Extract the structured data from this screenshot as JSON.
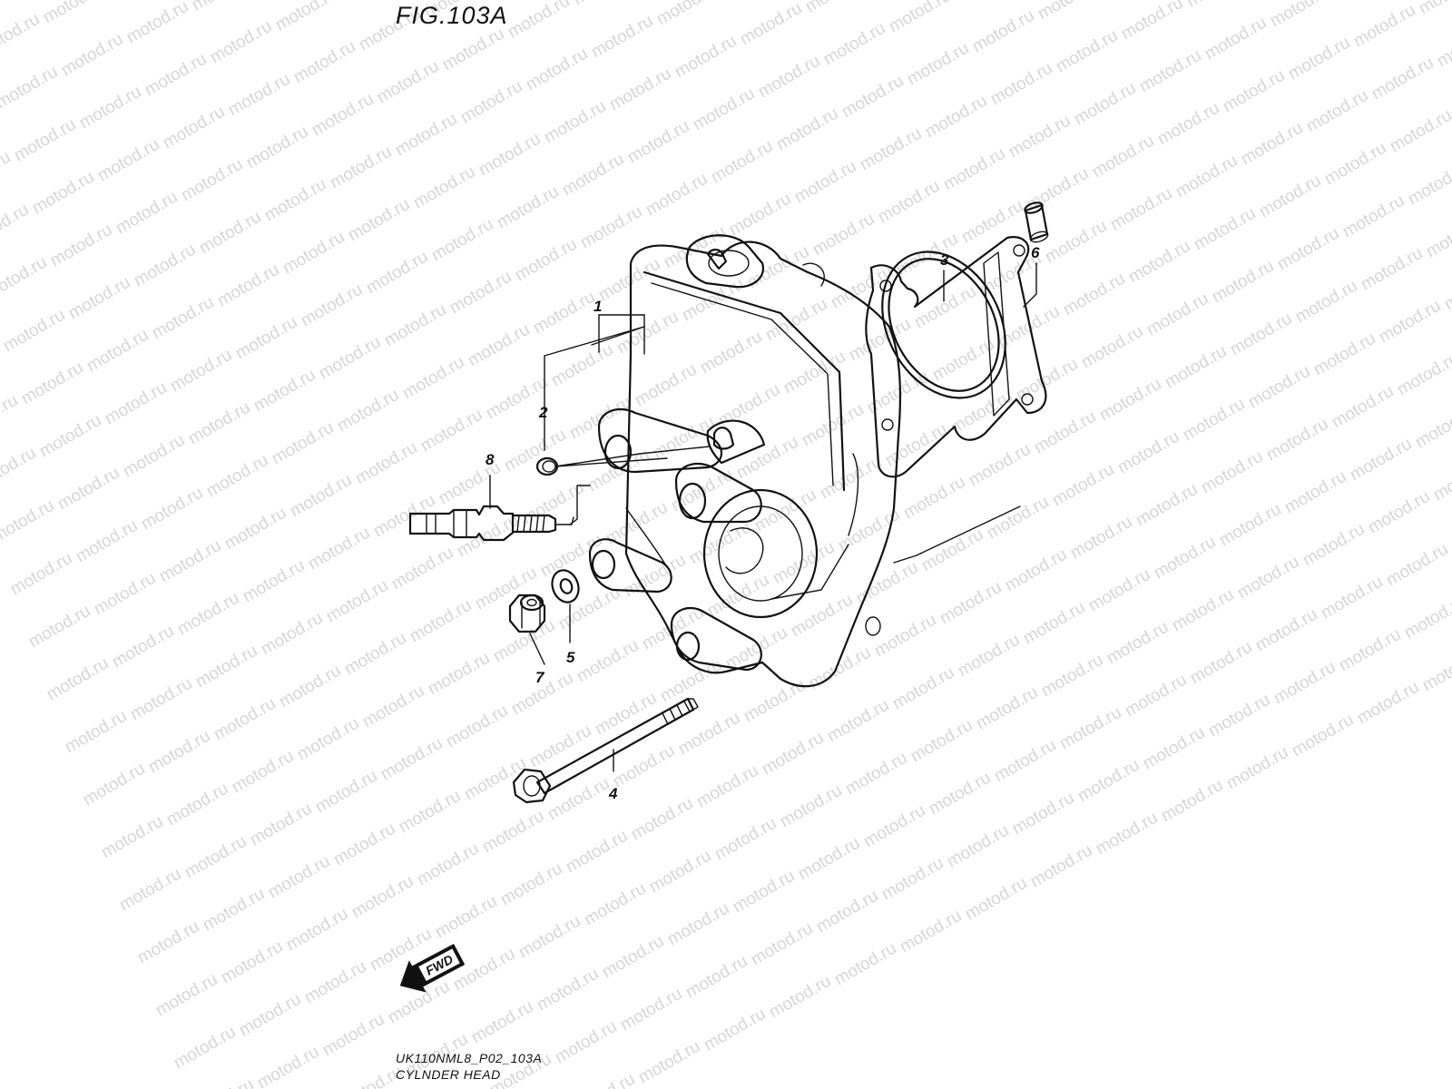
{
  "figure": {
    "title": "FIG.103A",
    "code": "UK110NML8_P02_103A",
    "name": "CYLNDER HEAD"
  },
  "watermark": {
    "text": "motod.ru"
  },
  "fwd_arrow": {
    "label": "FWD"
  },
  "callouts": [
    {
      "id": "1",
      "part": "cylinder-head"
    },
    {
      "id": "2",
      "part": "o-ring"
    },
    {
      "id": "3",
      "part": "head-gasket"
    },
    {
      "id": "4",
      "part": "stud-bolt"
    },
    {
      "id": "5",
      "part": "washer"
    },
    {
      "id": "6",
      "part": "dowel-pin"
    },
    {
      "id": "7",
      "part": "nut"
    },
    {
      "id": "8",
      "part": "spark-plug"
    }
  ],
  "colors": {
    "ink": "#111111",
    "watermark": "#d6d6d6",
    "background": "#ffffff"
  }
}
